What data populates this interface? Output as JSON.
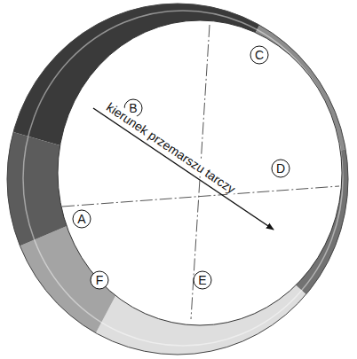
{
  "diagram": {
    "nodes": [
      {
        "text": [
          "C"
        ]
      },
      {
        "text": [
          "B"
        ]
      },
      {
        "text": [
          "D"
        ]
      },
      {
        "text": [
          "A"
        ]
      },
      {
        "text": [
          "F"
        ]
      },
      {
        "text": [
          "E"
        ]
      }
    ],
    "labels": [
      "kierunek przemarszu tarczy"
    ]
  }
}
